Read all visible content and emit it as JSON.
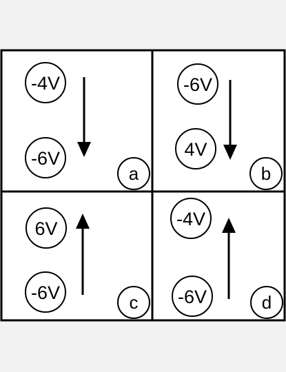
{
  "panels": [
    {
      "label": "a",
      "top": "-4V",
      "bottom": "-6V",
      "arrow": "down"
    },
    {
      "label": "b",
      "top": "-6V",
      "bottom": "4V",
      "arrow": "down"
    },
    {
      "label": "c",
      "top": "6V",
      "bottom": "-6V",
      "arrow": "up"
    },
    {
      "label": "d",
      "top": "-4V",
      "bottom": "-6V",
      "arrow": "up"
    }
  ],
  "colors": {
    "page_background": "#f2f2f2",
    "panel_background": "#ffffff",
    "ink": "#000000"
  }
}
